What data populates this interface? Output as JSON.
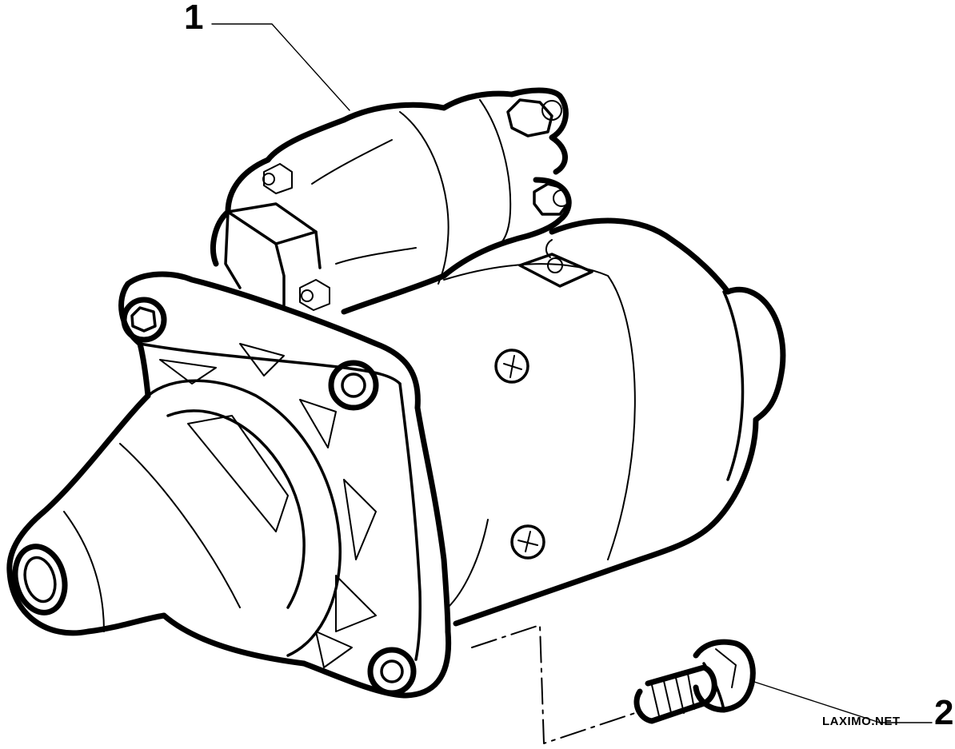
{
  "diagram": {
    "callouts": [
      {
        "number": "1",
        "part": "starter-motor"
      },
      {
        "number": "2",
        "part": "mounting-bolt"
      }
    ],
    "watermark": "LAXIMO.NET",
    "colors": {
      "line": "#000000",
      "background": "#ffffff"
    }
  }
}
